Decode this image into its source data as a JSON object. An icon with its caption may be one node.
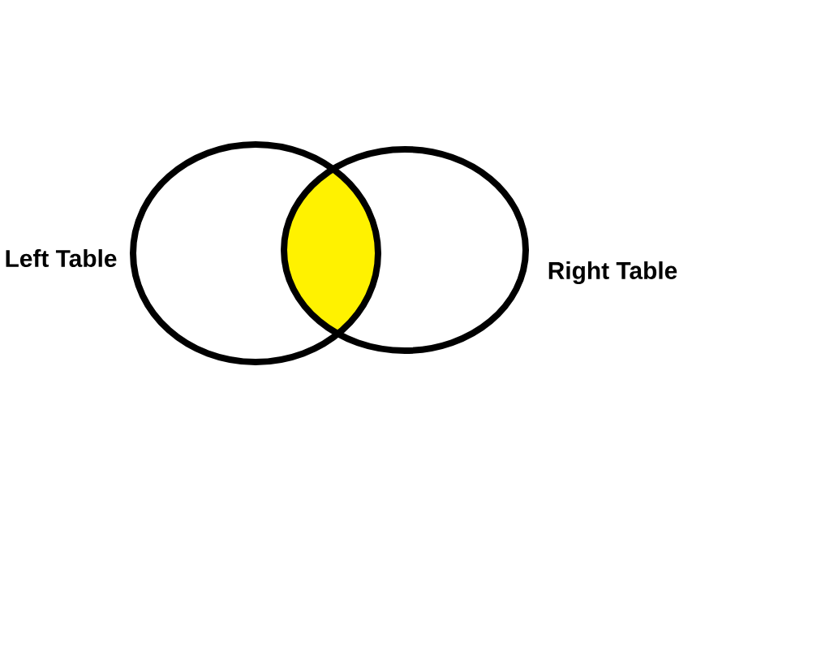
{
  "diagram": {
    "nodes": [
      {
        "text": [
          "Left Table"
        ]
      },
      {
        "text": [],
        "shape": "lens"
      },
      {
        "text": [
          "Right Table"
        ]
      }
    ]
  }
}
